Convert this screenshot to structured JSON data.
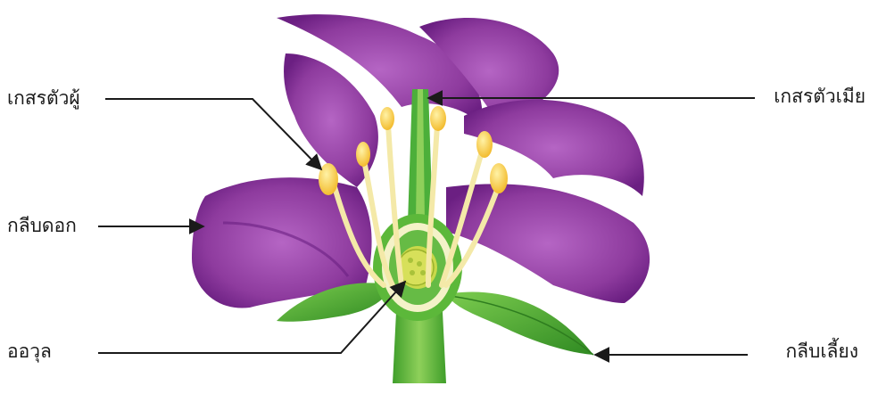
{
  "labels": {
    "stamen": "เกสรตัวผู้",
    "petal": "กลีบดอก",
    "ovule": "ออวุล",
    "pistil": "เกสรตัวเมีย",
    "sepal": "กลีบเลี้ยง"
  },
  "colors": {
    "petal": "#8e3b9e",
    "petal_dark": "#6b1f82",
    "petal_light": "#a95bb8",
    "leaf": "#4caf3a",
    "leaf_dark": "#2e7d1f",
    "stamen_filament": "#f4e9a8",
    "anther": "#f3c93a",
    "ovary_yellow": "#c9d94a",
    "stem": "#5cb83a"
  }
}
